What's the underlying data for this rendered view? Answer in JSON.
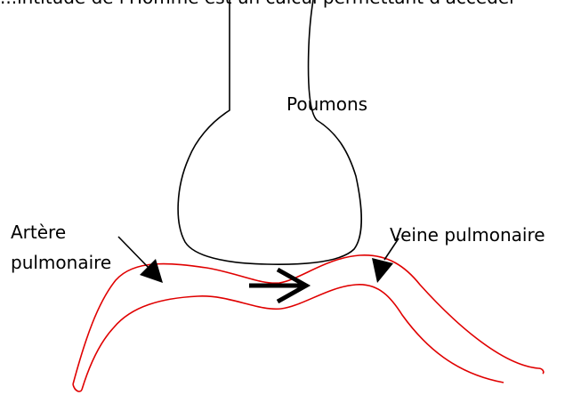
{
  "header_text": "...intitude de l'Homme est un calcul permettant d'accéder",
  "labels": {
    "poumons": "Poumons",
    "artere_line1": "Artère",
    "artere_line2": "pulmonaire",
    "veine": "Veine pulmonaire"
  },
  "colors": {
    "vessel": "#e00000",
    "ink": "#000000",
    "background": "#ffffff"
  }
}
